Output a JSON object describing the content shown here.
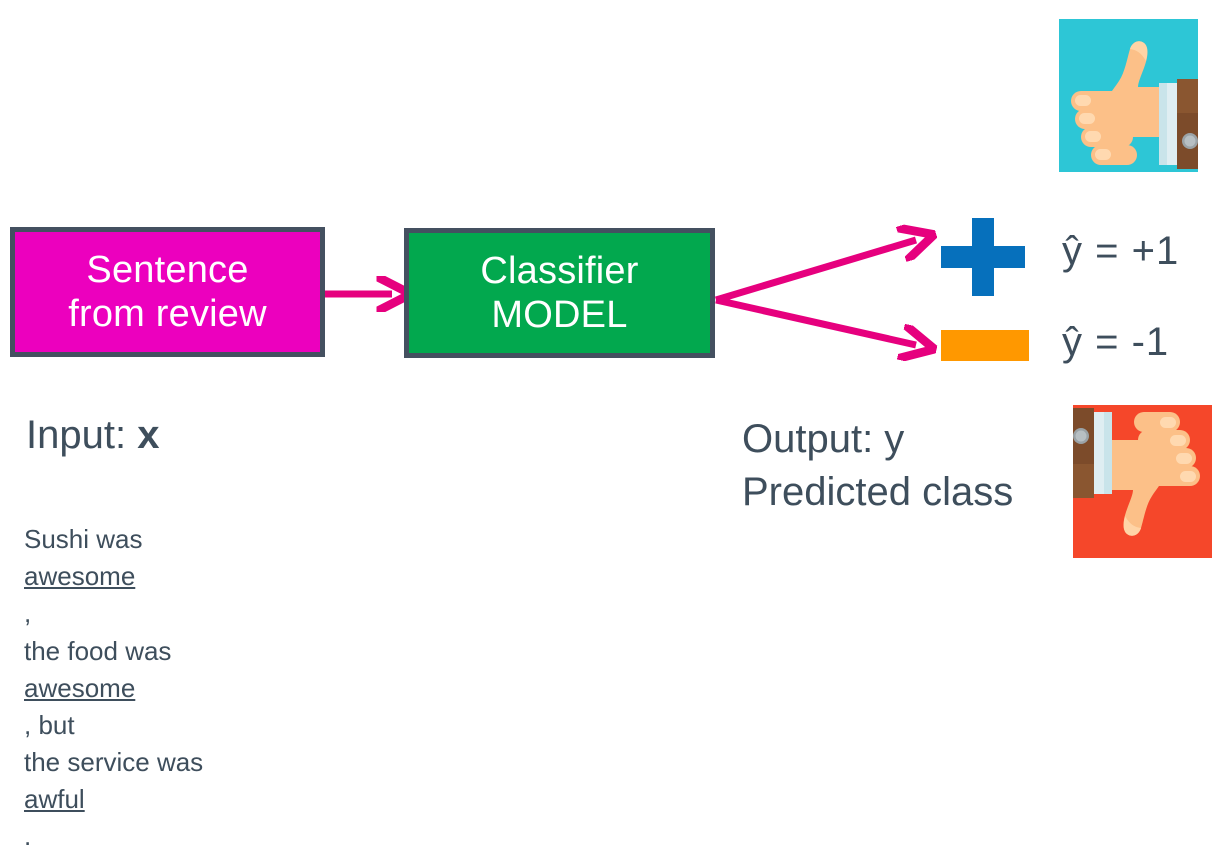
{
  "diagram": {
    "title": "Classifier pipeline: sentence from review to predicted class",
    "colors": {
      "input_box_fill": "#ec00be",
      "model_box_fill": "#02a84e",
      "box_border": "#445060",
      "arrow": "#e6007e",
      "positive_mark": "#0670bc",
      "negative_mark": "#ff9800",
      "text": "#3e4e5c",
      "thumbs_up_bg": "#2dc6d6",
      "thumbs_down_bg": "#f5472a",
      "skin": "#fcc088",
      "sleeve": "#7c4b2a",
      "cuff": "#dfeef2"
    },
    "input_box": {
      "line1": "Sentence",
      "line2": "from review"
    },
    "model_box": {
      "line1": "Classifier",
      "line2": "MODEL"
    },
    "outputs": [
      {
        "mark": "plus-sign",
        "label": "ŷ = +1",
        "illustration": "thumbs-up"
      },
      {
        "mark": "minus-bar",
        "label": "ŷ = -1",
        "illustration": "thumbs-down"
      }
    ],
    "input_caption": {
      "prefix": "Input:",
      "variable": "x"
    },
    "output_caption": {
      "line1": "Output: y",
      "line2": "Predicted class"
    },
    "review": {
      "line1_pre": "Sushi was ",
      "line1_underlined": "awesome",
      "line1_post": ",",
      "line2_pre": "the food was ",
      "line2_underlined": "awesome",
      "line2_post": ", but",
      "line3_pre": "the service was ",
      "line3_underlined": "awful",
      "line3_post": "."
    }
  }
}
